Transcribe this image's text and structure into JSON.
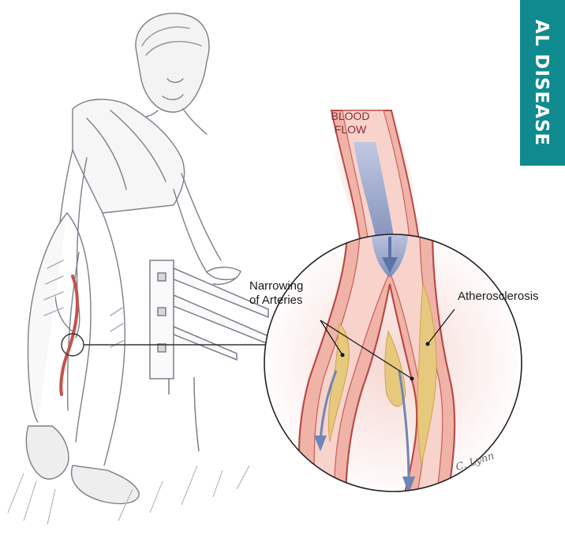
{
  "tab": {
    "text": "AL DISEASE",
    "color": "#0f8a8f"
  },
  "labels": {
    "blood_flow_line1": "BLOOD",
    "blood_flow_line2": "FLOW",
    "narrowing_line1": "Narrowing",
    "narrowing_line2": "of Arteries",
    "atherosclerosis": "Atherosclerosis"
  },
  "signature": "C. Lynn",
  "colors": {
    "artery_wall": "#b94a48",
    "artery_light": "#e9a79a",
    "blood_flow": "#6d86b8",
    "plaque": "#e7c97e",
    "blood_label": "#8a2a33"
  }
}
